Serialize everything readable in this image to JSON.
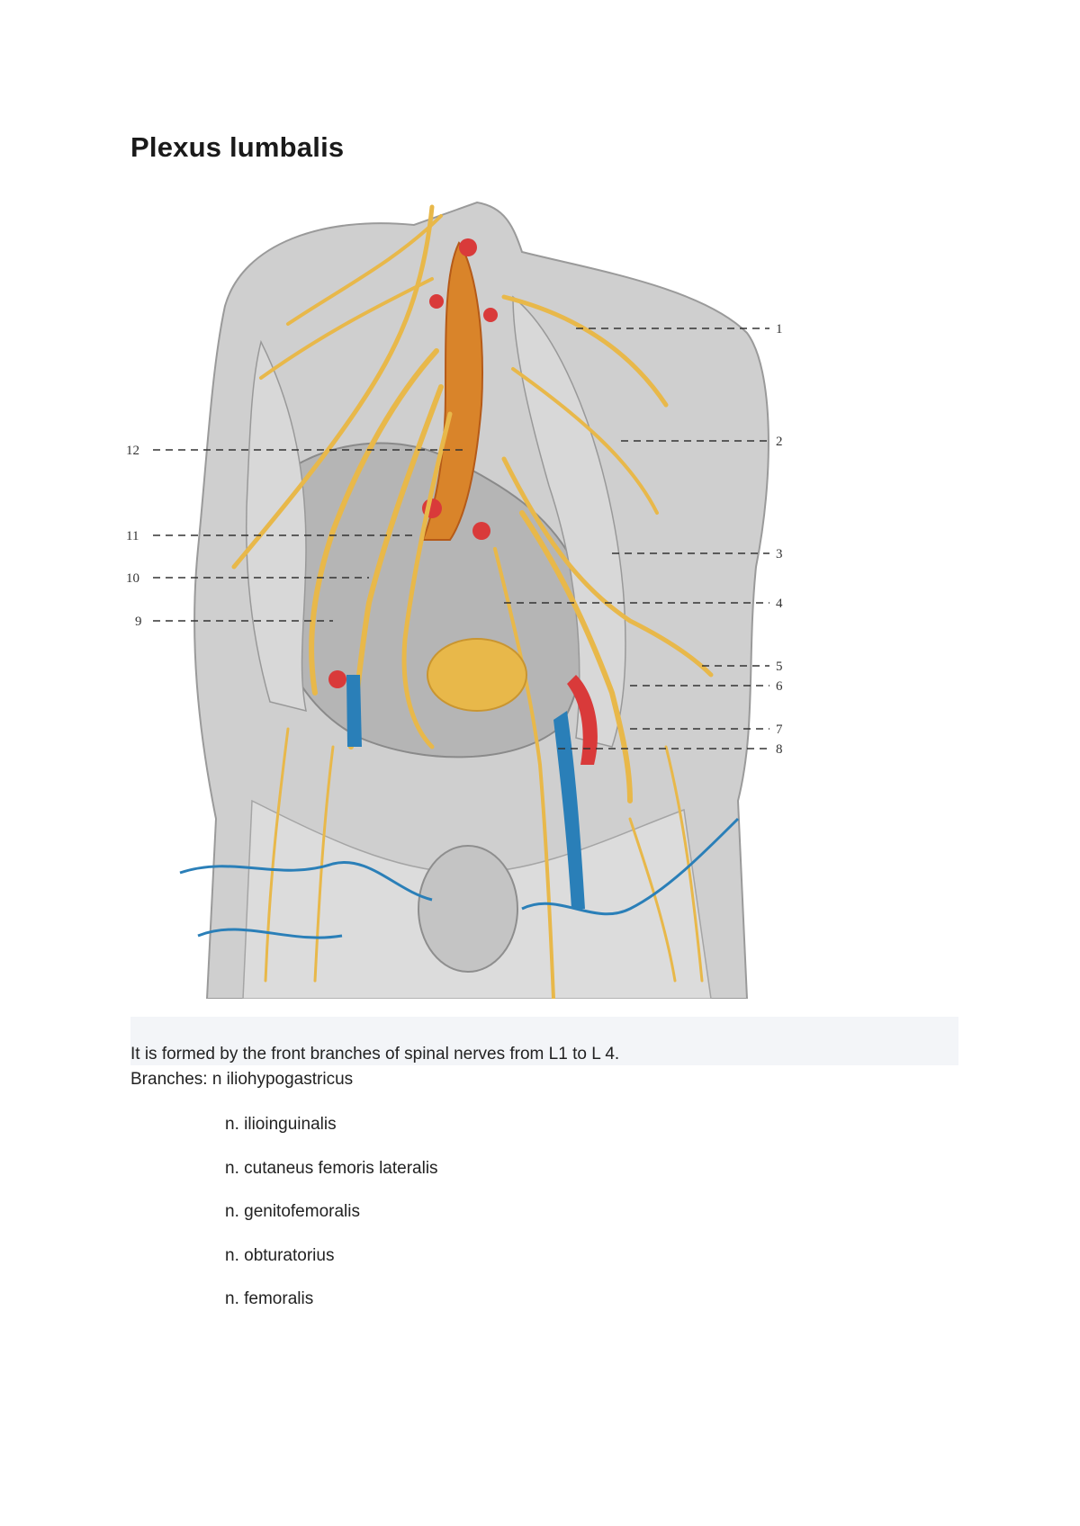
{
  "document": {
    "title": "Plexus lumbalis"
  },
  "figure": {
    "labels": [
      "1",
      "2",
      "3",
      "4",
      "5",
      "6",
      "7",
      "8",
      "9",
      "10",
      "11",
      "12"
    ],
    "colors": {
      "nerve": "#e8b84a",
      "artery": "#d93a3a",
      "vein": "#2a7fb8",
      "tissue": "#c9c9c9"
    }
  },
  "body": {
    "intro": "It is formed by the front branches of spinal nerves from L1 to L 4.",
    "branches_prefix": "Branches: n iliohypogastricus",
    "branches": [
      "n. ilioinguinalis",
      "n. cutaneus femoris lateralis",
      "n. genitofemoralis",
      "n. obturatorius",
      "n. femoralis"
    ]
  }
}
